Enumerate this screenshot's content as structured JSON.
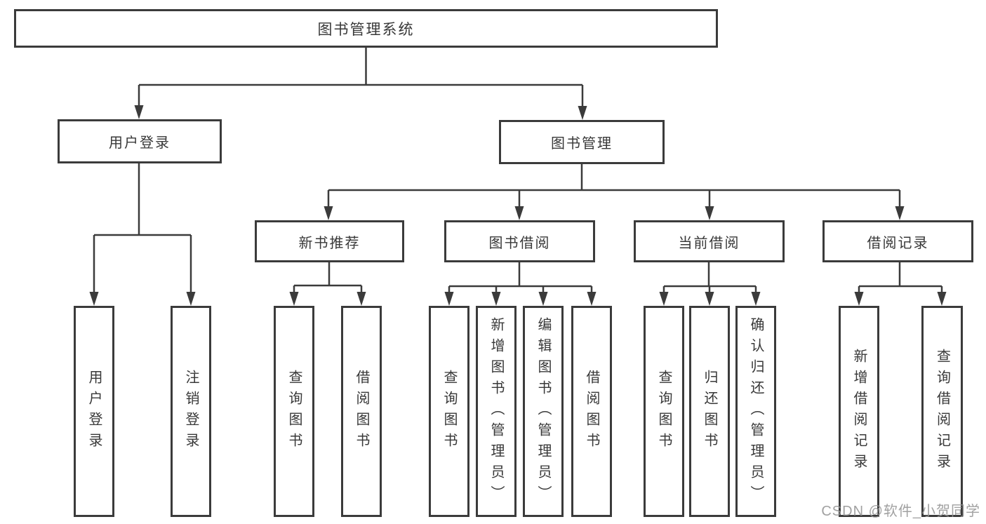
{
  "diagram": {
    "watermark": "CSDN @软件_小贺同学",
    "colors": {
      "line": "#3b3b3b",
      "border": "#3b3b3b",
      "text": "#383838",
      "watermark_text": "#949494",
      "background": "#ffffff"
    },
    "nodes": [
      {
        "id": "root",
        "label": "图书管理系统"
      },
      {
        "id": "user-login",
        "label": "用户登录"
      },
      {
        "id": "book-management",
        "label": "图书管理"
      },
      {
        "id": "new-book-recommend",
        "label": "新书推荐"
      },
      {
        "id": "book-borrowing",
        "label": "图书借阅"
      },
      {
        "id": "current-borrowing",
        "label": "当前借阅"
      },
      {
        "id": "borrowing-records",
        "label": "借阅记录"
      },
      {
        "id": "user-login-leaf",
        "label": "用户登录"
      },
      {
        "id": "logout-leaf",
        "label": "注销登录"
      },
      {
        "id": "recommend-query-books",
        "label": "查询图书"
      },
      {
        "id": "recommend-borrow-books",
        "label": "借阅图书"
      },
      {
        "id": "borrowing-query-books",
        "label": "查询图书"
      },
      {
        "id": "borrowing-add-books",
        "label": "新增图书（管理员）"
      },
      {
        "id": "borrowing-edit-books",
        "label": "编辑图书（管理员）"
      },
      {
        "id": "borrowing-borrow-books",
        "label": "借阅图书"
      },
      {
        "id": "current-query-books",
        "label": "查询图书"
      },
      {
        "id": "current-return-books",
        "label": "归还图书"
      },
      {
        "id": "current-confirm-return",
        "label": "确认归还（管理员）"
      },
      {
        "id": "records-add-record",
        "label": "新增借阅记录"
      },
      {
        "id": "records-query-record",
        "label": "查询借阅记录"
      }
    ]
  }
}
